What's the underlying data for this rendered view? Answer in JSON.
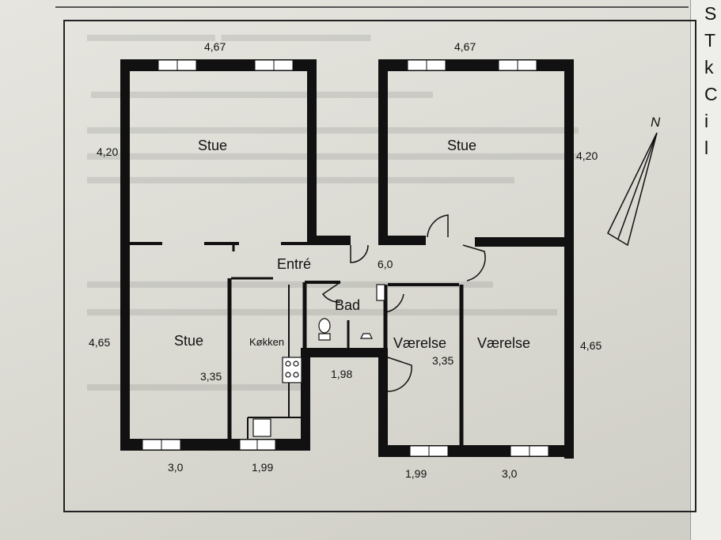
{
  "floor_plan": {
    "rooms": {
      "stue_upper_left": "Stue",
      "stue_upper_right": "Stue",
      "stue_lower_left": "Stue",
      "entre": "Entré",
      "bad": "Bad",
      "kokken": "Køkken",
      "vaerelse_small": "Værelse",
      "vaerelse_large": "Værelse"
    },
    "dimensions": {
      "top_left_width": "4,67",
      "top_right_width": "4,67",
      "upper_left_height": "4,20",
      "upper_right_height": "4,20",
      "lower_left_height": "4,65",
      "lower_right_height": "4,65",
      "hall_width": "6,0",
      "kitchen_inner": "3,35",
      "vaerelse_inner": "3,35",
      "corridor": "1,98",
      "bottom_left_stue": "3,0",
      "bottom_kitchen": "1,99",
      "bottom_vaerelse": "1,99",
      "bottom_right_vaerelse": "3,0"
    },
    "north_label": "N"
  },
  "side_text": [
    "S",
    "T",
    "k",
    "C",
    "i",
    "l"
  ],
  "colors": {
    "wall": "#111111",
    "paper": "#e4e3dd",
    "frame": "#222222"
  }
}
